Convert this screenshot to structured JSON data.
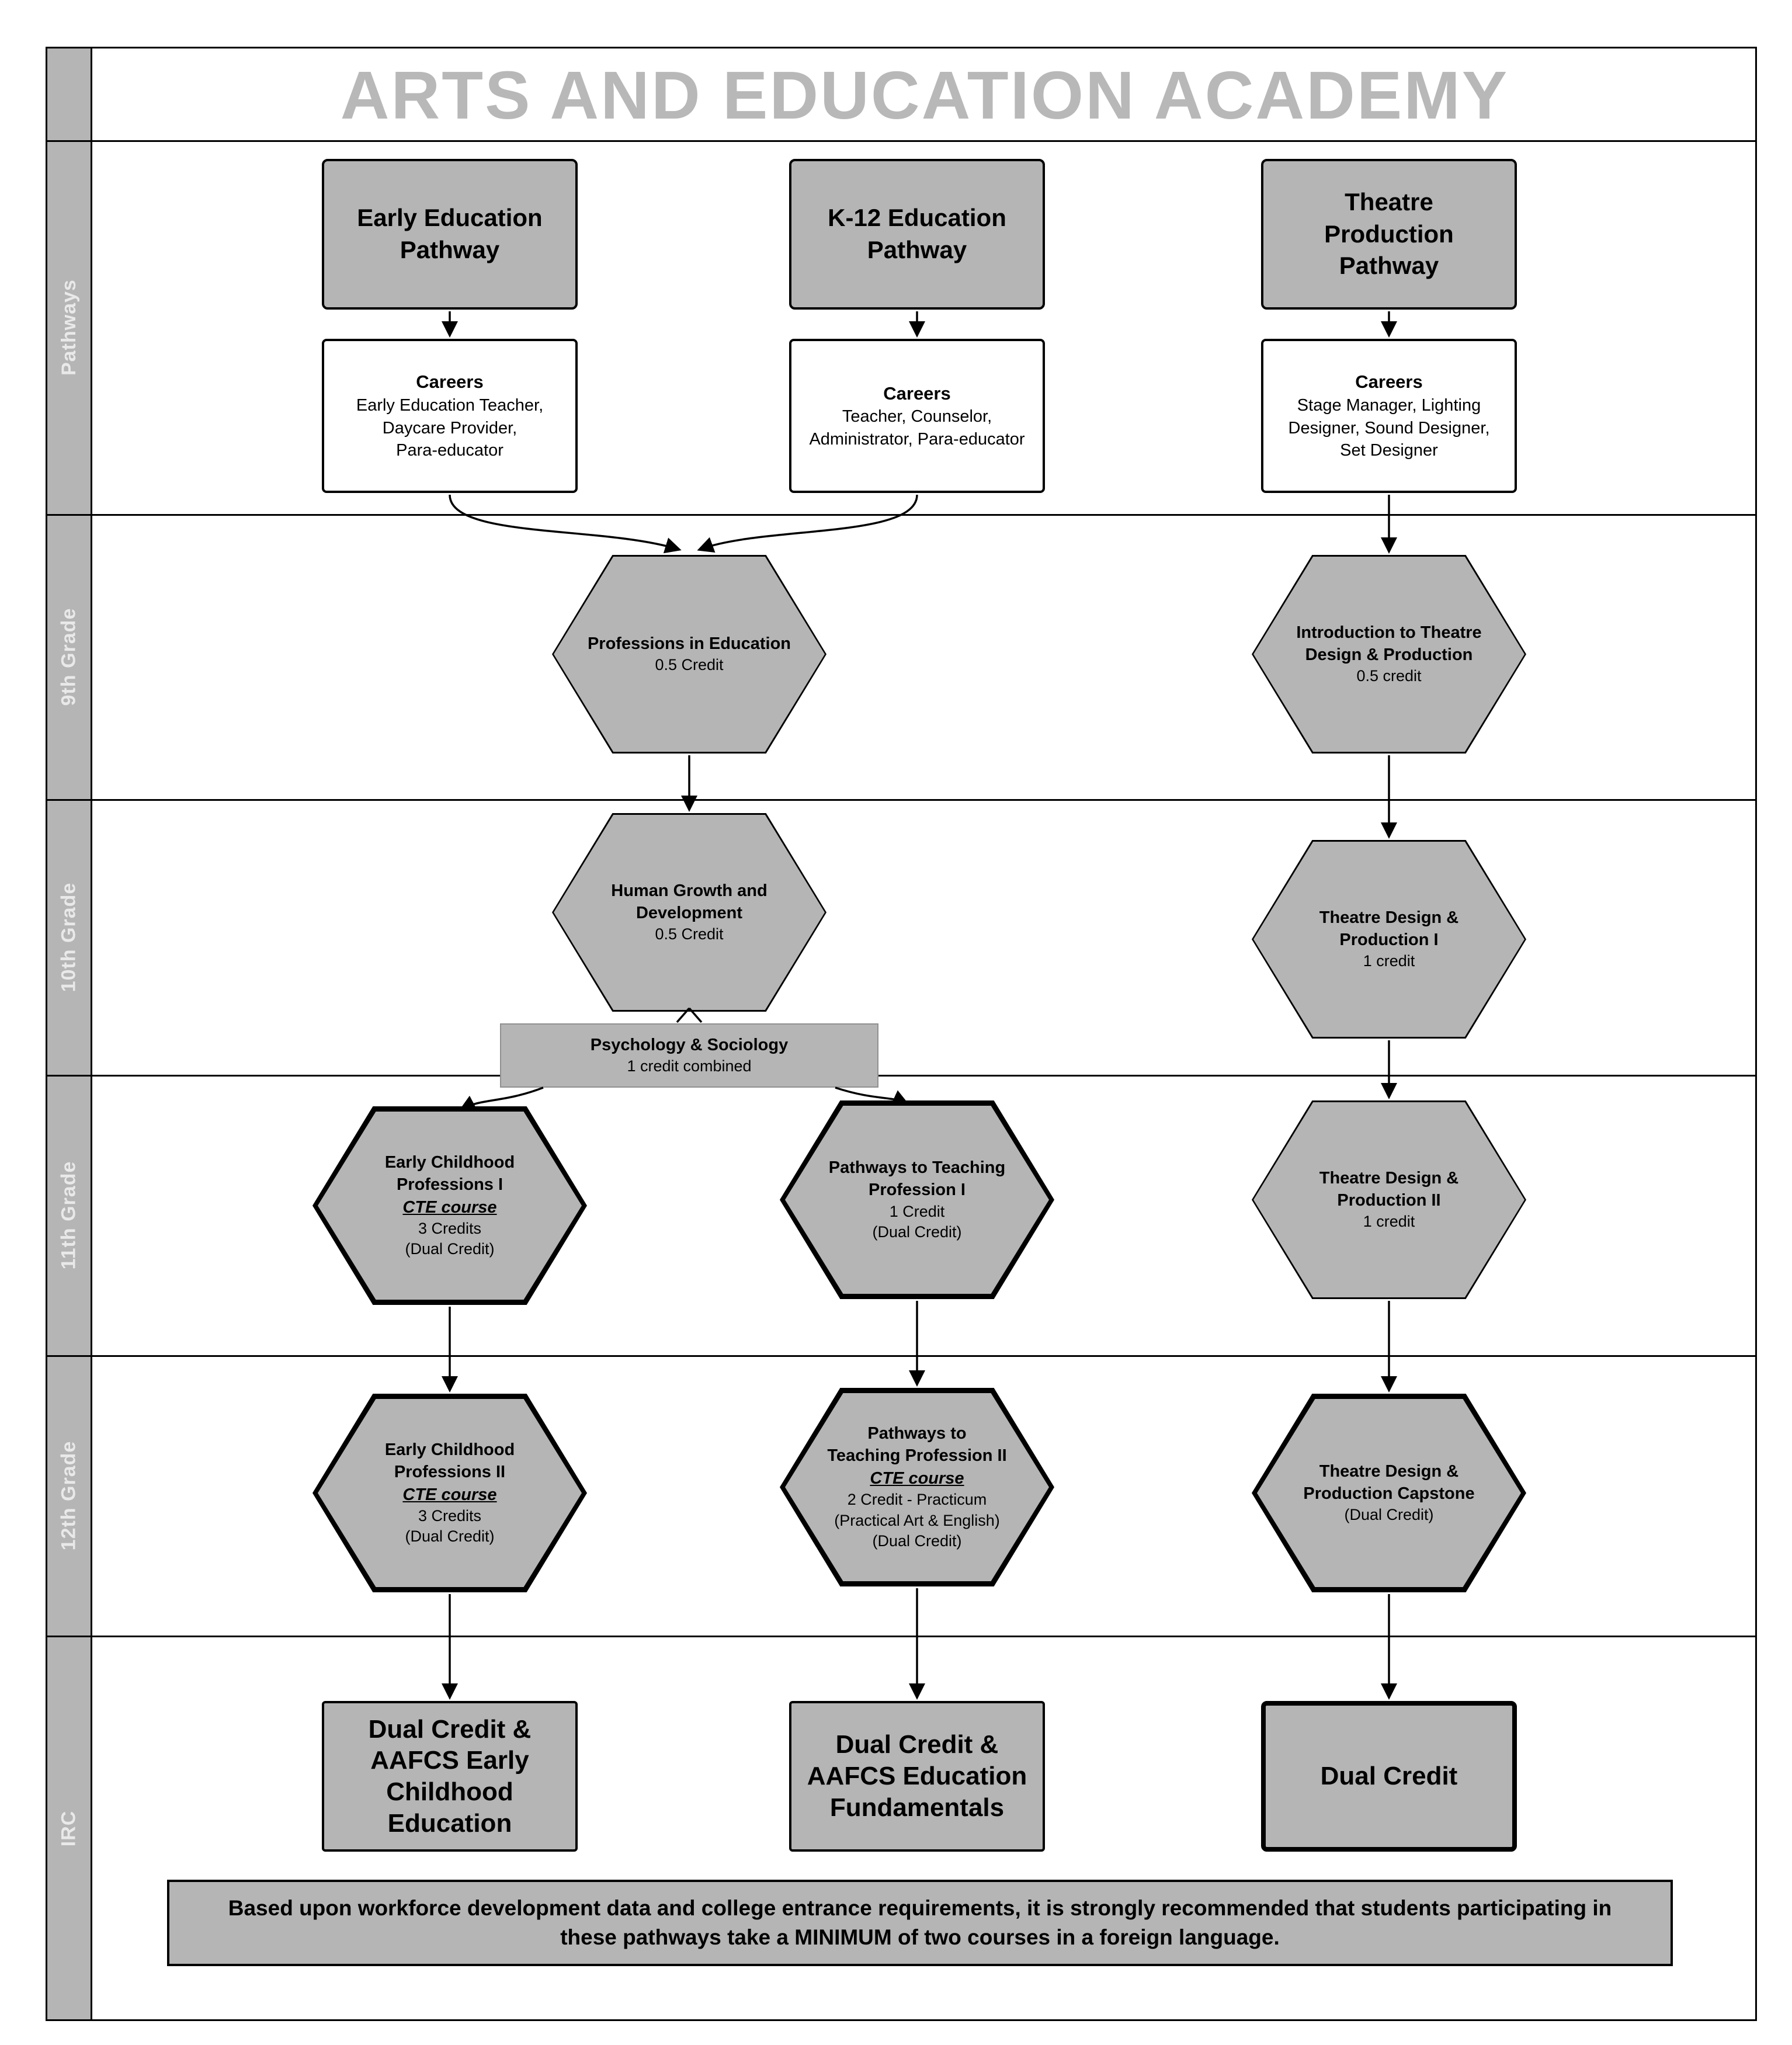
{
  "title": "ARTS AND EDUCATION ACADEMY",
  "sidebar": {
    "rows": [
      "Pathways",
      "9th Grade",
      "10th Grade",
      "11th Grade",
      "12th Grade",
      "IRC"
    ]
  },
  "pathways": {
    "early_education": {
      "title": "Early Education\nPathway",
      "careers_label": "Careers",
      "careers": "Early Education Teacher,\nDaycare Provider,\nPara-educator"
    },
    "k12_education": {
      "title": "K-12 Education\nPathway",
      "careers_label": "Careers",
      "careers": "Teacher, Counselor,\nAdministrator, Para-educator"
    },
    "theatre_production": {
      "title": "Theatre\nProduction\nPathway",
      "careers_label": "Careers",
      "careers": "Stage Manager, Lighting\nDesigner, Sound Designer,\nSet Designer"
    }
  },
  "courses": {
    "professions_in_education": {
      "title": "Professions in Education",
      "credits": "0.5 Credit"
    },
    "intro_theatre_design": {
      "title": "Introduction to Theatre\nDesign & Production",
      "credits": "0.5 credit"
    },
    "human_growth_development": {
      "title": "Human Growth and\nDevelopment",
      "credits": "0.5 Credit"
    },
    "psychology_sociology": {
      "title": "Psychology & Sociology",
      "credits": "1 credit combined"
    },
    "theatre_design_1": {
      "title": "Theatre Design &\nProduction I",
      "credits": "1 credit"
    },
    "early_childhood_1": {
      "title": "Early Childhood\nProfessions I",
      "cte": "CTE course",
      "credits": "3 Credits\n(Dual Credit)"
    },
    "pathways_teaching_1": {
      "title": "Pathways to Teaching\nProfession I",
      "credits": "1 Credit\n(Dual Credit)"
    },
    "theatre_design_2": {
      "title": "Theatre Design &\nProduction II",
      "credits": "1 credit"
    },
    "early_childhood_2": {
      "title": "Early Childhood\nProfessions II",
      "cte": "CTE course",
      "credits": "3 Credits\n(Dual Credit)"
    },
    "pathways_teaching_2": {
      "title": "Pathways to\nTeaching Profession II",
      "cte": "CTE course",
      "credits": "2 Credit - Practicum\n(Practical Art & English)\n(Dual Credit)"
    },
    "theatre_capstone": {
      "title": "Theatre Design &\nProduction Capstone",
      "credits": "(Dual Credit)"
    }
  },
  "irc": {
    "early_childhood": "Dual Credit &\nAAFCS Early\nChildhood\nEducation",
    "education_fundamentals": "Dual Credit &\nAAFCS Education\nFundamentals",
    "dual_credit": "Dual Credit"
  },
  "note": "Based upon workforce development data and college entrance requirements, it is strongly recommended that students participating in these pathways take a MINIMUM of two courses in a foreign language.",
  "colors": {
    "node_fill": "#b5b5b5",
    "title_text": "#b8b8b8",
    "border": "#000000",
    "careers_fill": "#ffffff"
  }
}
